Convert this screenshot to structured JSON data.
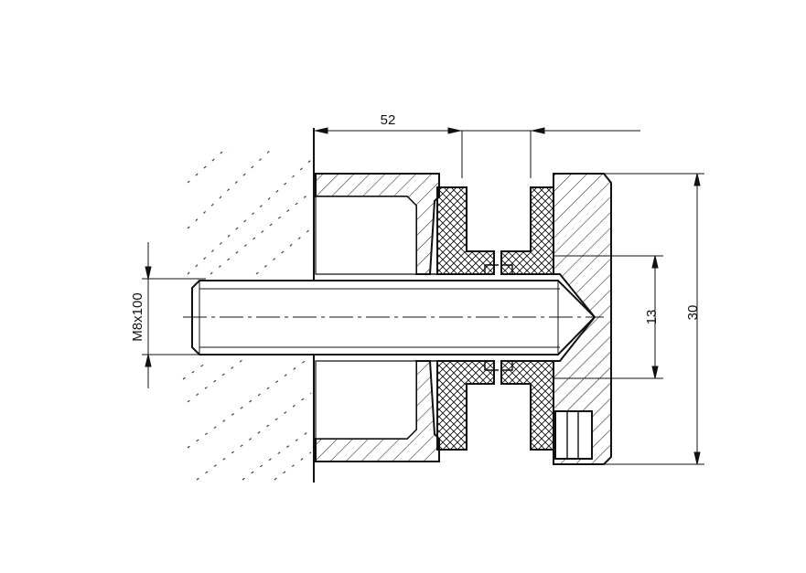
{
  "drawing": {
    "dimensions": {
      "width_label": "52",
      "bore_label": "13",
      "height_label": "30",
      "thread_label": "M8x100"
    },
    "colors": {
      "line": "#111111",
      "wall_hatch": "#333333",
      "background": "#ffffff"
    }
  }
}
